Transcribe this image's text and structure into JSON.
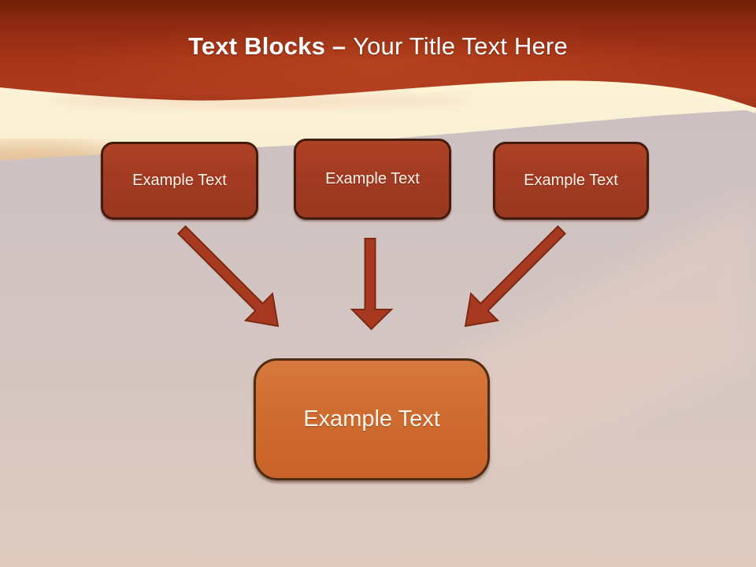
{
  "slide": {
    "title": {
      "bold": "Text Blocks – ",
      "regular": "Your Title Text Here"
    }
  },
  "top_blocks": [
    {
      "label": "Example Text"
    },
    {
      "label": "Example Text"
    },
    {
      "label": "Example Text"
    }
  ],
  "bottom_block": {
    "label": "Example Text"
  },
  "arrows": [
    {
      "name": "left-diagonal-down-right"
    },
    {
      "name": "center-straight-down"
    },
    {
      "name": "right-diagonal-down-left"
    }
  ],
  "colors": {
    "header_red_dark": "#6f1e06",
    "header_red_mid": "#a63417",
    "sky_cream": "#fbf2d8",
    "dune_gray": "#cdc1c2",
    "dune_pink": "#ddc8bf",
    "block_red_fill": "#a23a22",
    "block_red_border": "#431c0d",
    "bottom_orange_fill": "#cf6c31",
    "bottom_orange_border": "#4f2d12",
    "arrow_fill": "#a6391f",
    "arrow_outline": "#7c2a12",
    "title_text": "#ffffff",
    "block_text": "#fdf4ea"
  }
}
